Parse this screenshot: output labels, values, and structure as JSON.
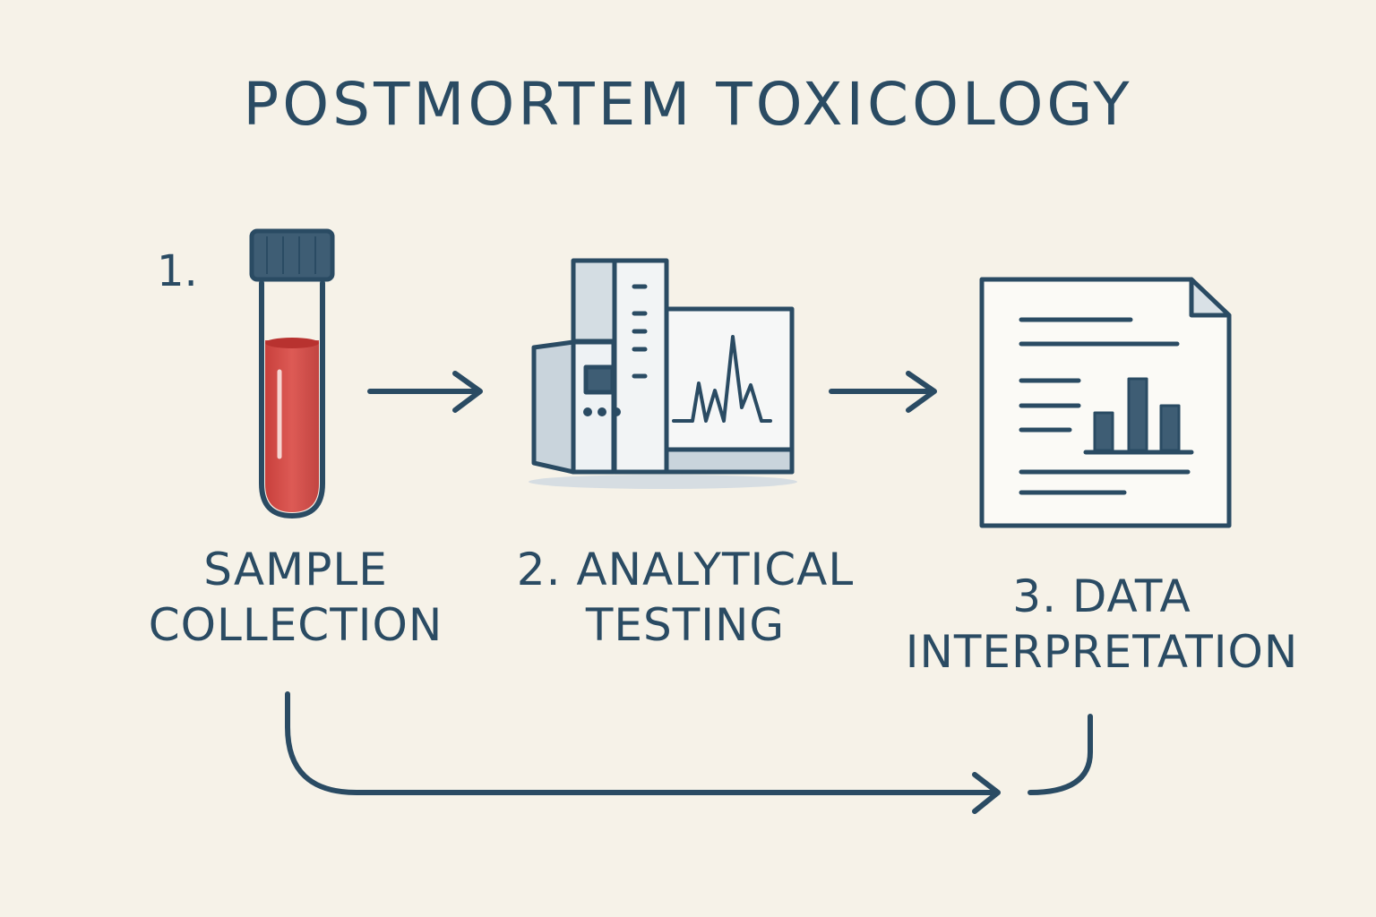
{
  "title": "POSTMORTEM TOXICOLOGY",
  "step1": {
    "number": "1.",
    "label_line1": "SAMPLE",
    "label_line2": "COLLECTION",
    "icon": "blood-test-tube-icon"
  },
  "step2": {
    "label_line1": "2. ANALYTICAL",
    "label_line2": "TESTING",
    "icon": "chromatography-instrument-icon"
  },
  "step3": {
    "label_line1": "3. DATA",
    "label_line2": "INTERPRETATION",
    "icon": "report-document-icon"
  },
  "colors": {
    "background": "#f6f2e8",
    "ink": "#2a4b63",
    "blood": "#d9534f",
    "machine_fill": "#c9d4dc"
  }
}
